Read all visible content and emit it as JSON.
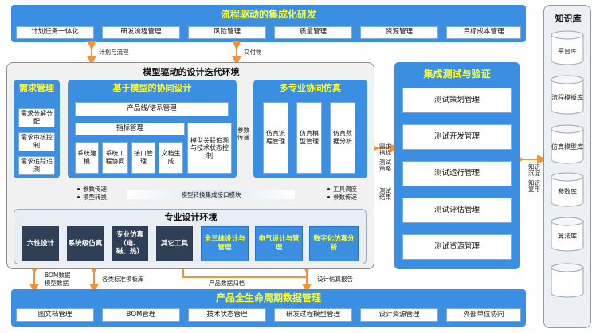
{
  "top": {
    "title": "流程驱动的集成化研发",
    "items": [
      "计划任务一体化",
      "研发流程管理",
      "风险管理",
      "质量管理",
      "资源管理",
      "目标成本管理"
    ]
  },
  "top_notes": [
    "计划与流程",
    "交付物"
  ],
  "iter": {
    "title": "模型驱动的设计迭代环境",
    "req": {
      "title": "需求管理",
      "items": [
        "需求分解分配",
        "需求审核控制",
        "需求追踪追溯"
      ]
    },
    "mbse": {
      "title": "基于模型的协同设计",
      "pl": "产品线/谱系管理",
      "ind": "指标管理",
      "subs": [
        "系统建模",
        "系统工程协同",
        "接口管理",
        "文档生成"
      ],
      "trace": "模型关联追溯与技术状态控制"
    },
    "param_note": "参数传递",
    "sim": {
      "title": "多专业协同仿真",
      "items": [
        "仿真流程管理",
        "仿真模型管理",
        "仿真数据分析"
      ]
    },
    "mid_notes": [
      "参数传递",
      "模型转换"
    ],
    "convert": "模型转换集成接口模块",
    "tool_notes": [
      "工具调度",
      "参数传递"
    ],
    "env": {
      "title": "专业设计环境",
      "dark": [
        "六性设计",
        "系统级仿真",
        "专业仿真（电、磁、热）",
        "其它工具"
      ],
      "yellow": [
        "全三维设计与管理",
        "电气设计与管理",
        "数字化仿真分析"
      ]
    }
  },
  "test": {
    "title": "集成测试与验证",
    "items": [
      "测试策划管理",
      "测试开发管理",
      "测试运行管理",
      "测试评估管理",
      "测试资源管理"
    ]
  },
  "test_notes": [
    "需求指标",
    "测试策略",
    "测试结果"
  ],
  "kb": {
    "title": "知识库",
    "items": [
      "平台库",
      "流程模板库",
      "仿真模型库",
      "参数库",
      "算法库",
      "……"
    ]
  },
  "kb_notes": [
    "知识沉淀",
    "知识复用"
  ],
  "bottom_notes": [
    "BOM数据",
    "模型数据",
    "各类标准模板库",
    "产品数据归档",
    "设计仿真报告"
  ],
  "bottom": {
    "title": "产品全生命周期数据管理",
    "items": [
      "图文档管理",
      "BOM管理",
      "技术状态管理",
      "研发过程模型管理",
      "设计资源管理",
      "外部单位协同"
    ]
  },
  "colors": {
    "band_blue": "#3b8fe2",
    "title_yellow": "#ffff33",
    "dark_box": "#2f3f55",
    "arrow_orange": "#f0943a"
  }
}
